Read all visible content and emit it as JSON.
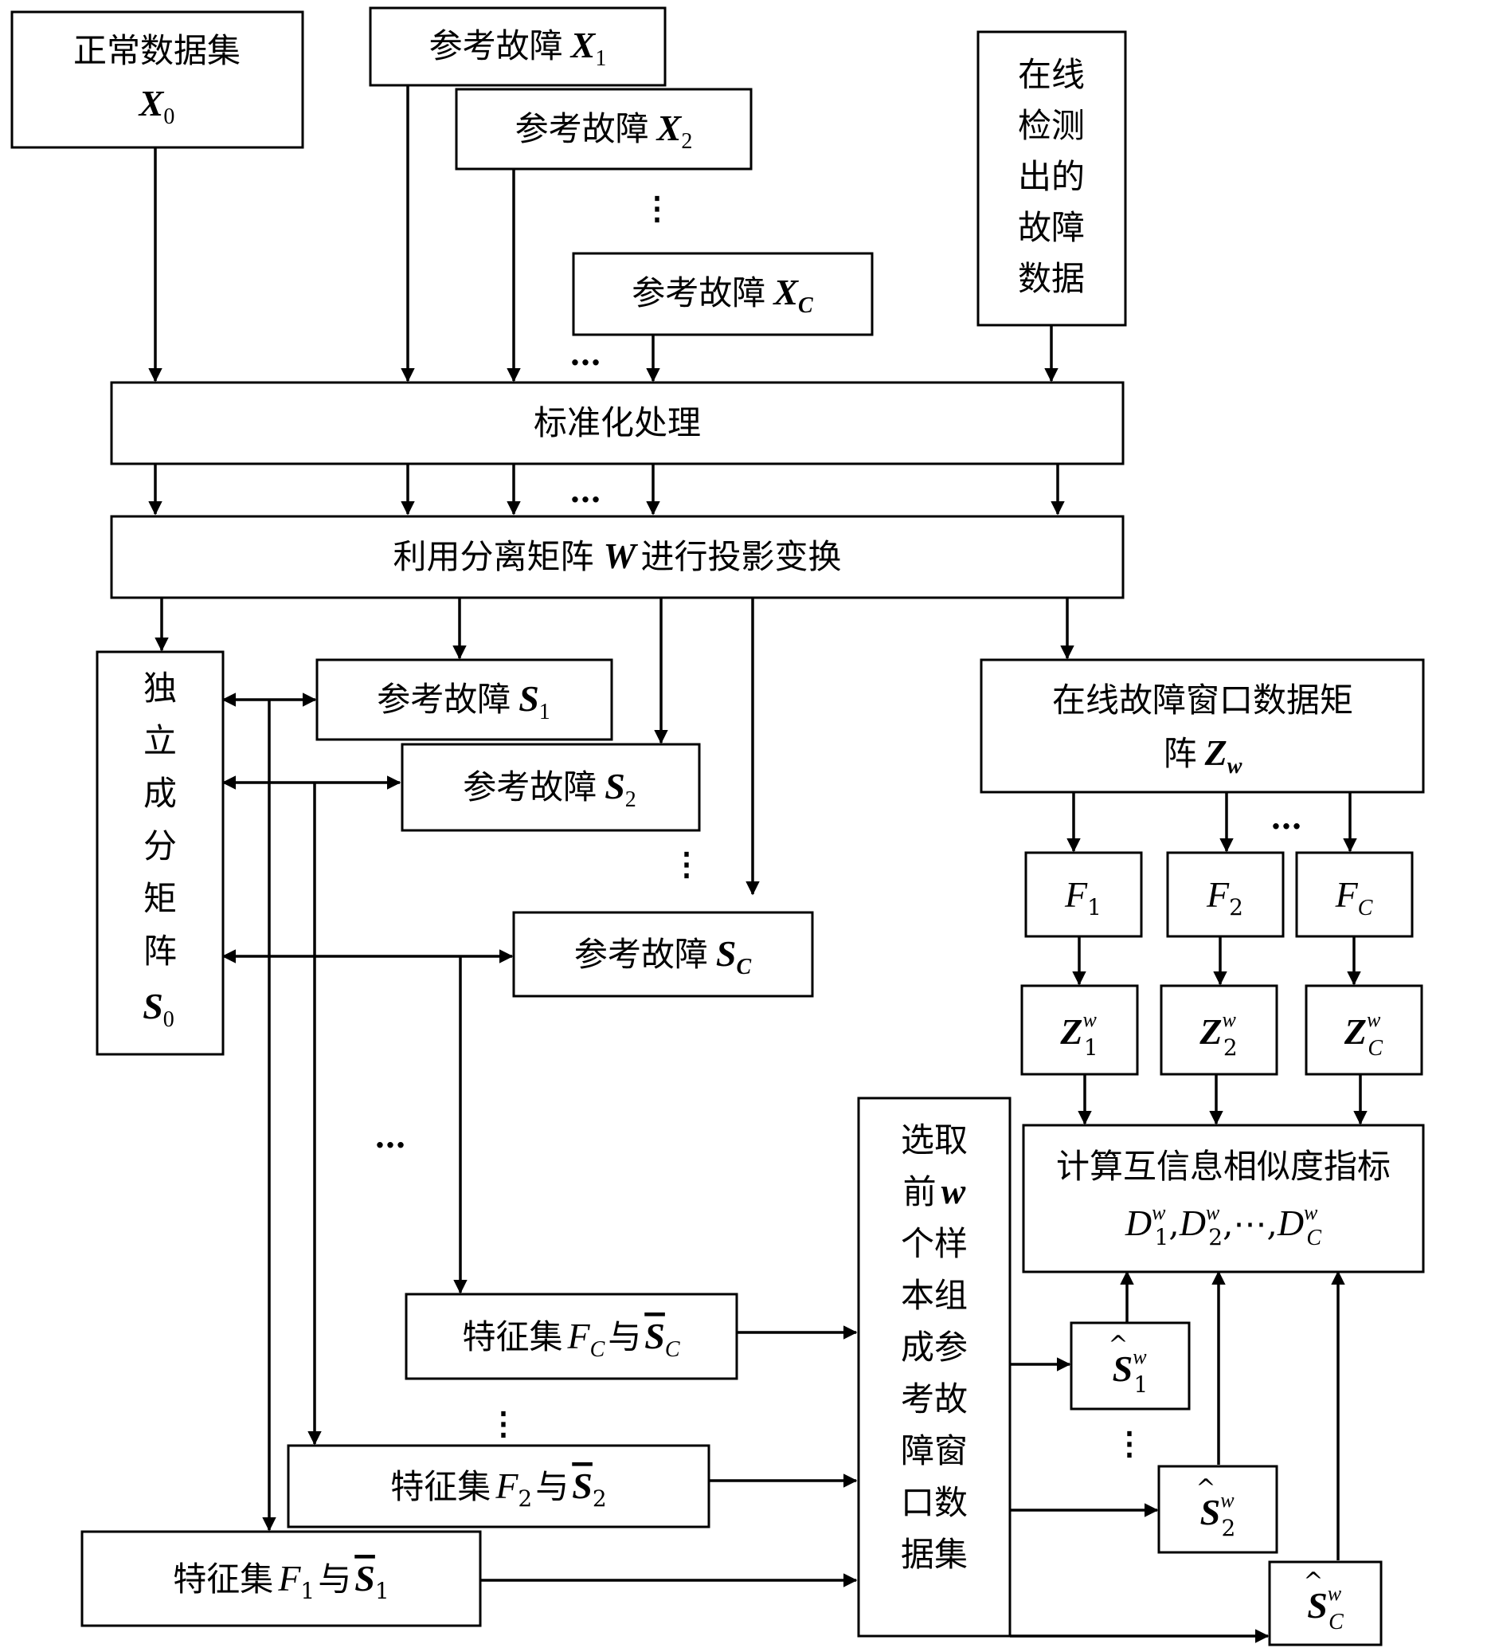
{
  "nodes": {
    "normal": {
      "label": "正常数据集",
      "sym": "X",
      "sub": "0"
    },
    "ref_x1": {
      "label": "参考故障",
      "sym": "X",
      "sub": "1"
    },
    "ref_x2": {
      "label": "参考故障",
      "sym": "X",
      "sub": "2"
    },
    "ref_xc": {
      "label": "参考故障",
      "sym": "X",
      "sub": "C"
    },
    "online_detected": {
      "lines": [
        "在线",
        "检测",
        "出的",
        "故障",
        "数据"
      ]
    },
    "standardize": {
      "label": "标准化处理"
    },
    "projection": {
      "label_pre": "利用分离矩阵",
      "sym": "W",
      "label_post": "进行投影变换"
    },
    "ic_matrix": {
      "lines": [
        "独",
        "立",
        "成",
        "分",
        "矩",
        "阵"
      ],
      "sym": "S",
      "sub": "0"
    },
    "ref_s1": {
      "label": "参考故障",
      "sym": "S",
      "sub": "1"
    },
    "ref_s2": {
      "label": "参考故障",
      "sym": "S",
      "sub": "2"
    },
    "ref_sc": {
      "label": "参考故障",
      "sym": "S",
      "sub": "C"
    },
    "window_matrix": {
      "line1": "在线故障窗口数据矩",
      "line2": "阵",
      "sym": "Z",
      "sub": "w"
    },
    "f1": {
      "sym": "F",
      "sub": "1"
    },
    "f2": {
      "sym": "F",
      "sub": "2"
    },
    "fc": {
      "sym": "F",
      "sub": "C"
    },
    "z1": {
      "sym": "Z",
      "sub": "1",
      "sup": "w"
    },
    "z2": {
      "sym": "Z",
      "sub": "2",
      "sup": "w"
    },
    "zc": {
      "sym": "Z",
      "sub": "C",
      "sup": "w"
    },
    "mutual_info": {
      "label": "计算互信息相似度指标",
      "formula_syms": [
        "D",
        "D",
        "D"
      ],
      "formula_subs": [
        "1",
        "2",
        "C"
      ],
      "formula_sup": "w",
      "sep": ",",
      "ellipsis": "⋯"
    },
    "select": {
      "lines": [
        "选取",
        "前",
        "个样",
        "本组",
        "成参",
        "考故",
        "障窗",
        "口数",
        "据集"
      ],
      "sym": "w"
    },
    "featc": {
      "label": "特征集",
      "sym_f": "F",
      "sub": "C",
      "conj": "与",
      "sym_s": "S"
    },
    "feat2": {
      "label": "特征集",
      "sym_f": "F",
      "sub": "2",
      "conj": "与",
      "sym_s": "S"
    },
    "feat1": {
      "label": "特征集",
      "sym_f": "F",
      "sub": "1",
      "conj": "与",
      "sym_s": "S"
    },
    "shat1": {
      "sym": "S",
      "sub": "1",
      "sup": "w"
    },
    "shat2": {
      "sym": "S",
      "sub": "2",
      "sup": "w"
    },
    "shatc": {
      "sym": "S",
      "sub": "C",
      "sup": "w"
    }
  },
  "ellipsis": "…",
  "vellipsis": "⋮"
}
